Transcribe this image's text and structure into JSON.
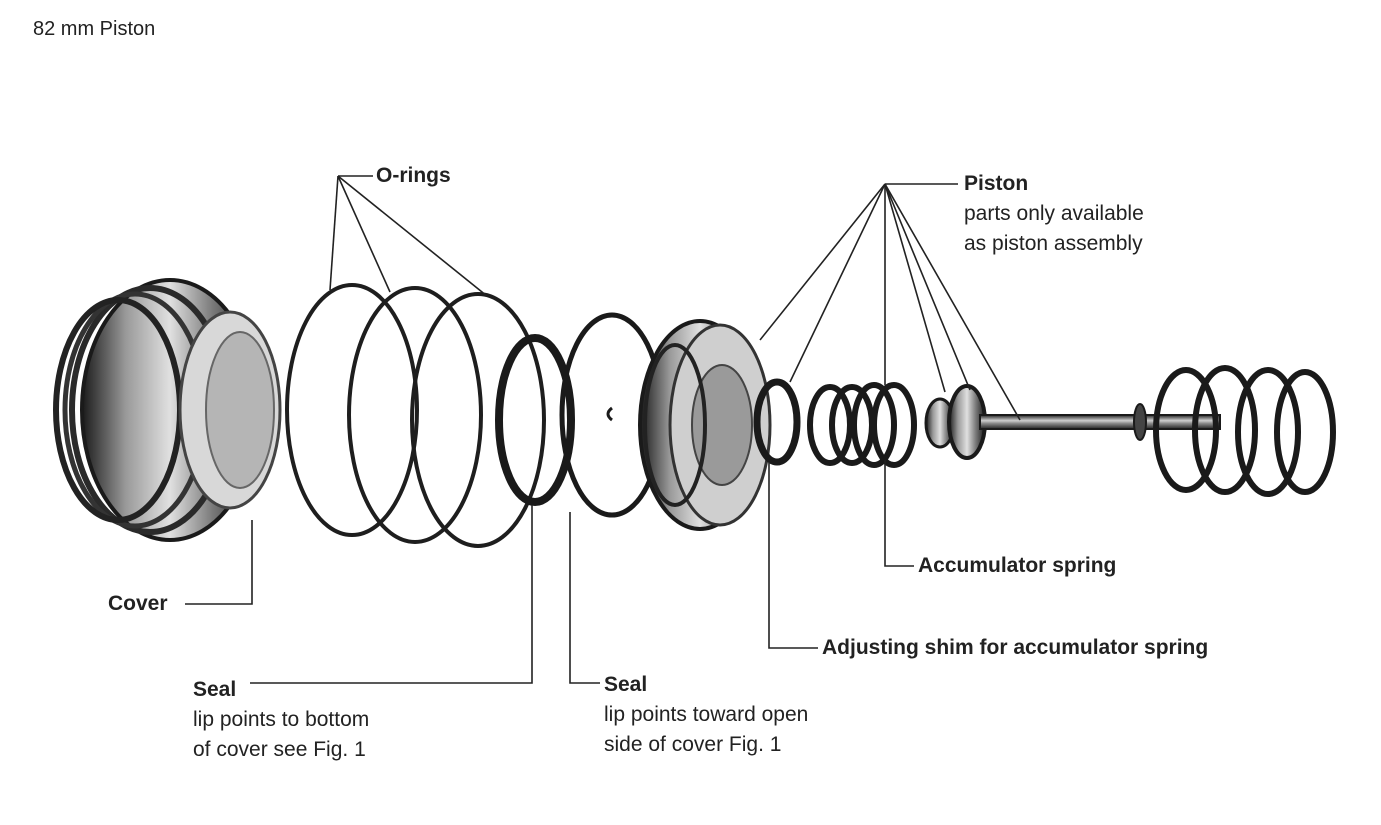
{
  "page_title": "82 mm Piston",
  "labels": {
    "orings": {
      "title": "O-rings"
    },
    "piston": {
      "title": "Piston",
      "line1": "parts only available",
      "line2": "as piston assembly"
    },
    "cover": {
      "title": "Cover"
    },
    "accumulator_spring": {
      "title": "Accumulator spring"
    },
    "adjusting_shim": {
      "title": "Adjusting shim for accumulator spring"
    },
    "seal_left": {
      "title": "Seal",
      "line1": "lip points to bottom",
      "line2": "of cover see Fig. 1"
    },
    "seal_right": {
      "title": "Seal",
      "line1": "lip points toward open",
      "line2": "side of cover Fig. 1"
    }
  },
  "colors": {
    "ink": "#222222",
    "metal_dark": "#1e1e1e",
    "metal_mid": "#6a6a6a",
    "metal_light": "#c8c8c8"
  }
}
